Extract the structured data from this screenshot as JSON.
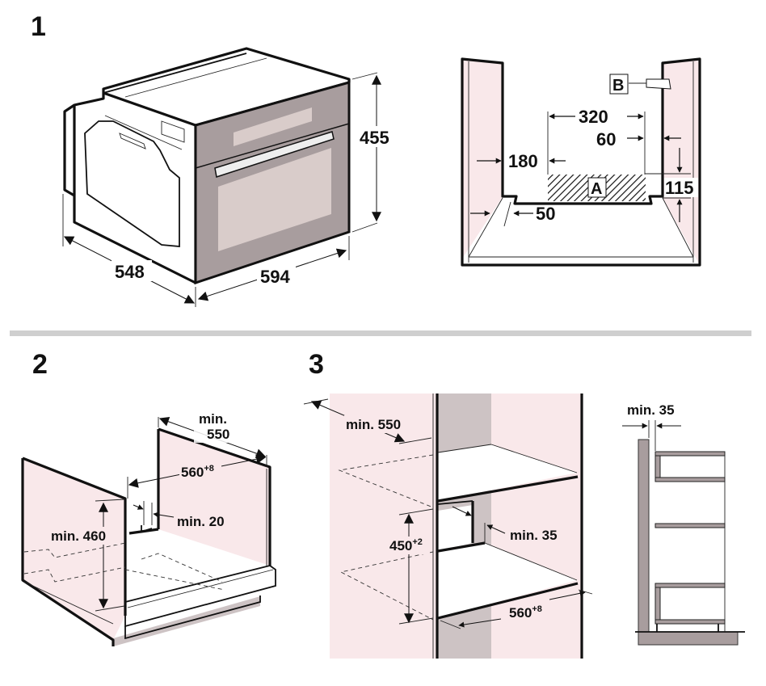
{
  "figure": {
    "steps": [
      {
        "number": "1",
        "panels": [
          {
            "name": "oven-dimensions",
            "labels": {
              "height": "455",
              "width": "594",
              "depth": "548"
            }
          },
          {
            "name": "niche-cross-section",
            "labels": {
              "span": "320",
              "right_offset": "60",
              "left_offset": "180",
              "vent_height": "115",
              "front_gap": "50",
              "zone_a": "A",
              "bracket_b": "B"
            }
          }
        ]
      },
      {
        "number": "2",
        "panels": [
          {
            "name": "under-counter-cabinet",
            "labels": {
              "depth_min_prefix": "min.",
              "depth_min_value": "550",
              "width_value": "560",
              "width_tolerance": "+8",
              "gap": "min. 20",
              "height": "min. 460"
            }
          }
        ]
      },
      {
        "number": "3",
        "panels": [
          {
            "name": "tall-cabinet",
            "labels": {
              "depth": "min. 550",
              "height_value": "450",
              "height_tolerance": "+2",
              "gap": "min. 35",
              "width_value": "560",
              "width_tolerance": "+8"
            }
          },
          {
            "name": "side-section",
            "labels": {
              "gap": "min. 35"
            }
          }
        ]
      }
    ],
    "colors": {
      "cabinet_pink": "#f9e8ea",
      "wall_grey": "#cdc3c4",
      "oven_panel": "#a89d9e",
      "separator": "#cfcfcf"
    }
  }
}
